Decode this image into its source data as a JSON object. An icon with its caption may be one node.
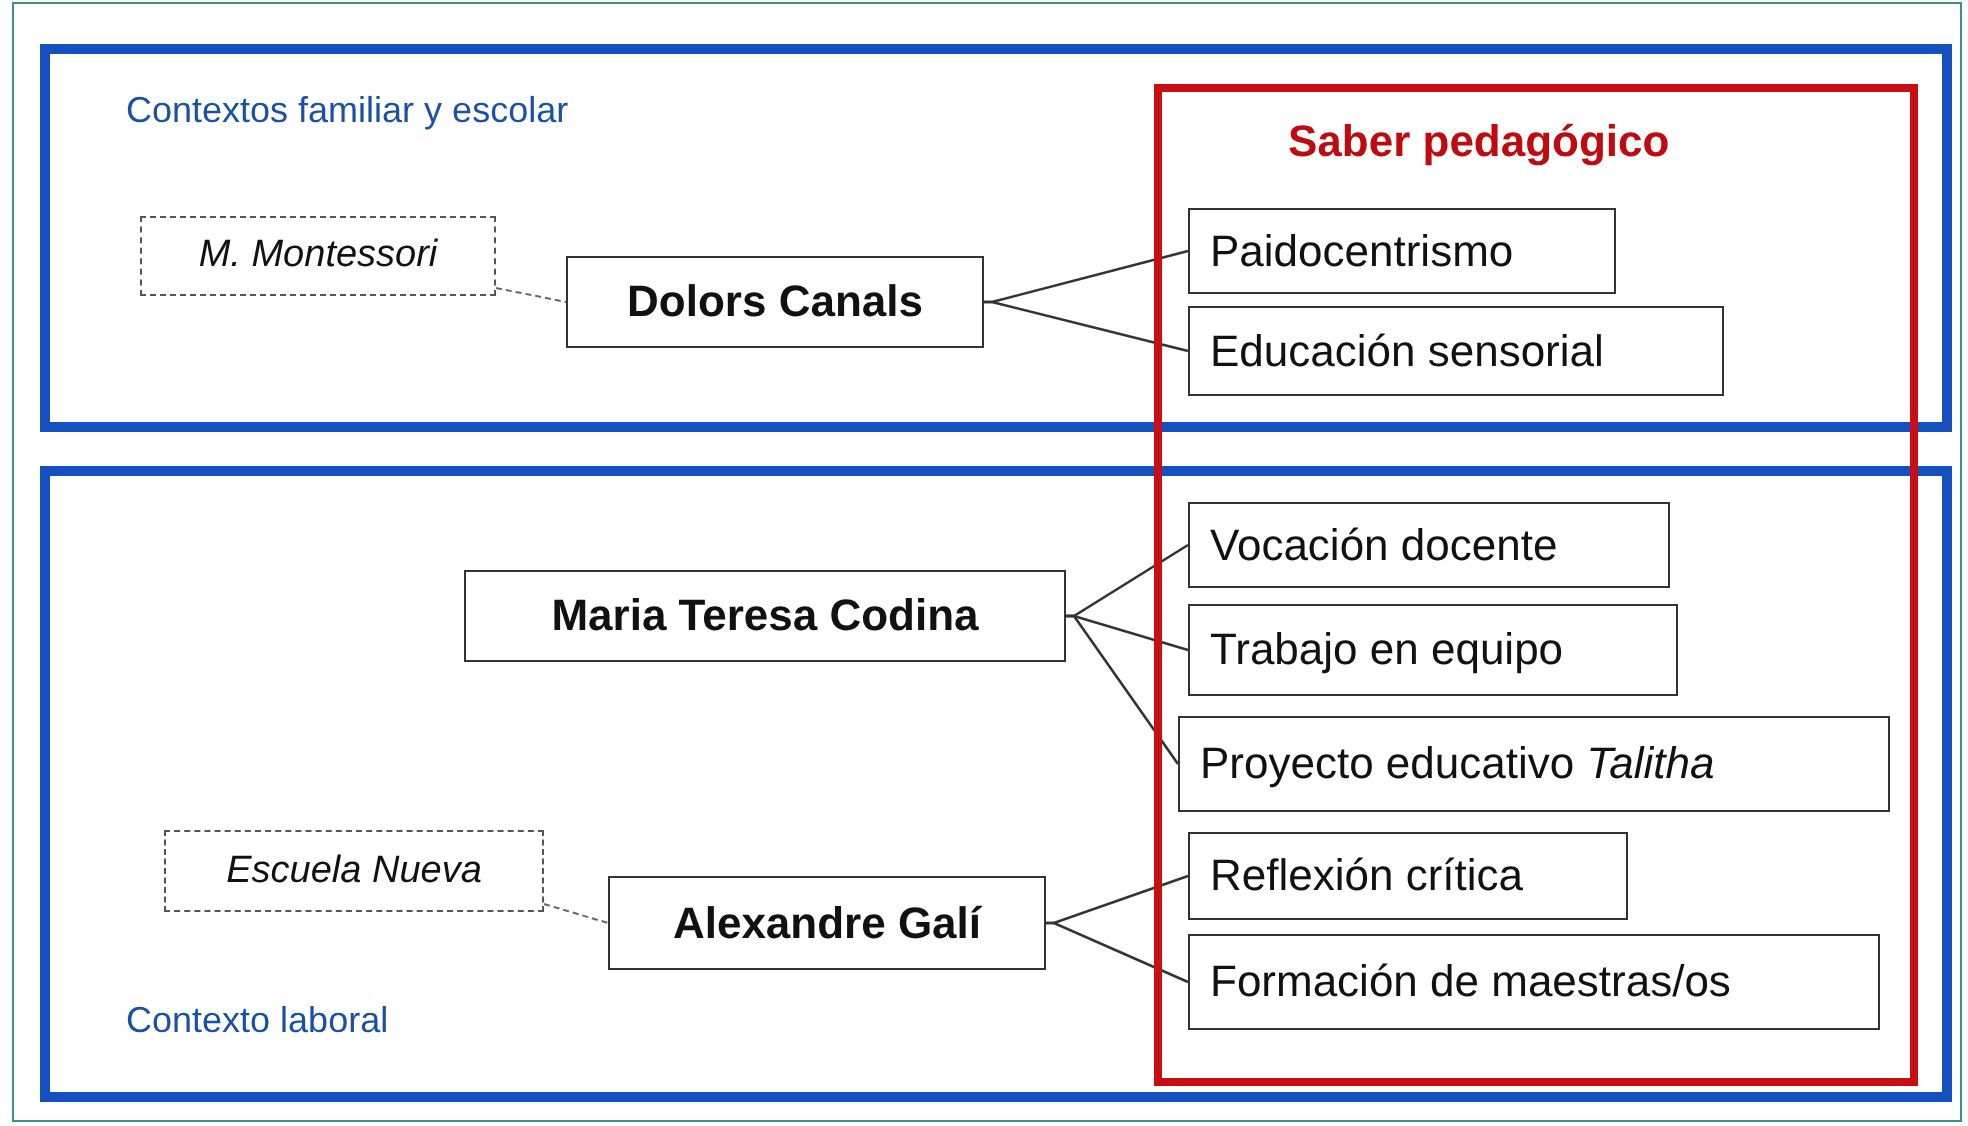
{
  "diagram": {
    "nodes": [
      {
        "text": [
          "Contextos familiar y escolar"
        ]
      },
      {
        "text": [
          "M. Montessori"
        ],
        "in": 0
      },
      {
        "text": [
          "Dolors Canals"
        ],
        "in": 0
      },
      {
        "text": [
          "Paidocentrismo"
        ],
        "in": 0
      },
      {
        "text": [
          "Educación sensorial"
        ],
        "in": 0
      },
      {
        "text": [
          "Contexto laboral"
        ]
      },
      {
        "text": [
          "Maria Teresa Codina"
        ],
        "in": 5
      },
      {
        "text": [
          "Vocación docente"
        ],
        "in": 5
      },
      {
        "text": [
          "Trabajo en equipo"
        ],
        "in": 5
      },
      {
        "text": [
          "Proyecto educativo   *Talitha*"
        ],
        "in": 5
      },
      {
        "text": [
          "Escuela Nueva"
        ],
        "in": 5
      },
      {
        "text": [
          "Alexandre Galí"
        ],
        "in": 5
      },
      {
        "text": [
          "Reflexión crítica"
        ],
        "in": 5
      },
      {
        "text": [
          "Formación de maestras/os"
        ],
        "in": 5
      }
    ],
    "edges": [
      {
        "from": 1,
        "to": 2,
        "arrow": "none",
        "style": "dashed"
      },
      {
        "from": 2,
        "to": 3,
        "arrow": "none"
      },
      {
        "from": 2,
        "to": 4,
        "arrow": "none"
      },
      {
        "from": 6,
        "to": 7,
        "arrow": "none"
      },
      {
        "from": 6,
        "to": 8,
        "arrow": "none"
      },
      {
        "from": 6,
        "to": 9,
        "arrow": "none"
      },
      {
        "from": 10,
        "to": 11,
        "arrow": "none",
        "style": "dashed"
      },
      {
        "from": 11,
        "to": 12,
        "arrow": "none"
      },
      {
        "from": 11,
        "to": 13,
        "arrow": "none"
      }
    ],
    "labels": [
      "Saber pedagógico"
    ]
  }
}
